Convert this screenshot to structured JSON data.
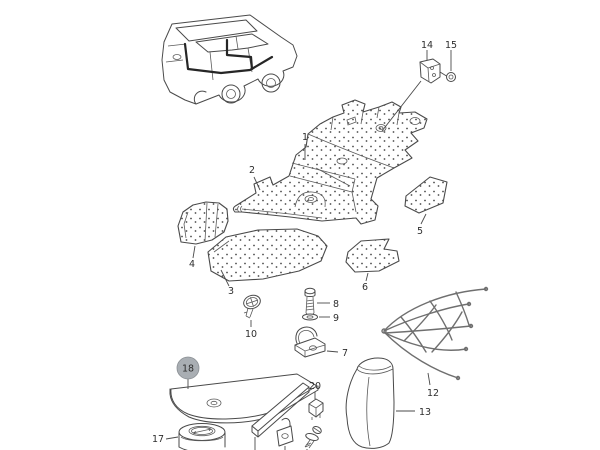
{
  "figure": {
    "kind": "exploded-parts-diagram",
    "background": "#ffffff"
  },
  "colors": {
    "line": "#4a4a4a",
    "highlight_circle": "#a9aeb3",
    "highlight_text": "#1f1f1f"
  },
  "callouts": {
    "p1": "1",
    "p2": "2",
    "p3": "3",
    "p4": "4",
    "p5": "5",
    "p6": "6",
    "p7": "7",
    "p8": "8",
    "p9": "9",
    "p10": "10",
    "p12": "12",
    "p13": "13",
    "p14": "14",
    "p15": "15",
    "p17": "17",
    "p18": "18",
    "p20": "20"
  },
  "highlighted_callout": "18"
}
